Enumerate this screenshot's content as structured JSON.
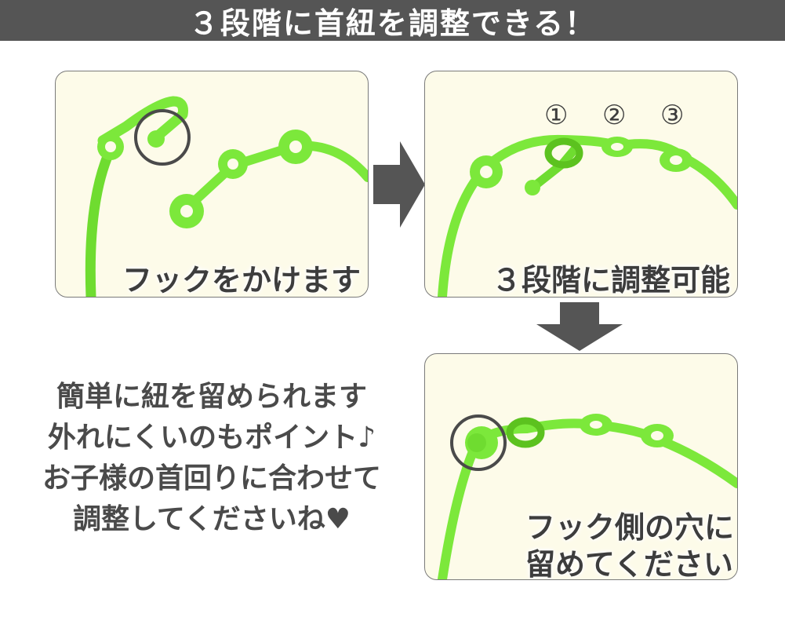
{
  "banner": {
    "title": "３段階に首紐を調整できる！"
  },
  "panels": [
    {
      "caption": "フックをかけます"
    },
    {
      "caption": "３段階に調整可能",
      "numbers": [
        "①",
        "②",
        "③"
      ]
    },
    {
      "caption_line1": "フック側の穴に",
      "caption_line2": "留めてください"
    }
  ],
  "description": {
    "lines": [
      "簡単に紐を留められます",
      "外れにくいのもポイント♪",
      "お子様の首回りに合わせて",
      "調整してくださいね♥"
    ]
  },
  "colors": {
    "banner": "#555555",
    "panel_bg": "#fdfbe9",
    "strap": "#7ce83b",
    "strap_dark": "#5cc21f",
    "arrow": "#555555",
    "text": "#3d3d3d"
  }
}
